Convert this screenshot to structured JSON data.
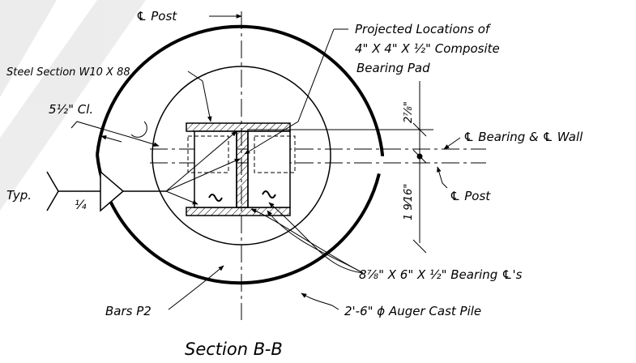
{
  "drawing": {
    "title": "Section B-B",
    "labels": {
      "cl_post_top": "℄ Post",
      "projected_line1": "Projected Locations of",
      "projected_line2": "4\" X 4\" X ½\" Composite",
      "projected_line3": "Bearing Pad",
      "steel_section": "Steel Section W10 X 88",
      "clearance": "5½\" Cl.",
      "bearing_wall": "℄ Bearing & ℄ Wall",
      "typ": "Typ.",
      "weld_size": "¼",
      "cl_post_right": "℄ Post",
      "bearing_plates": "8⅞\" X 6\" X ½\" Bearing ℄'s",
      "bars": "Bars P2",
      "pile": "2'-6\" ϕ Auger Cast Pile"
    },
    "dimensions": {
      "upper": "2⅞\"",
      "lower": "1 9⁄16\""
    }
  }
}
